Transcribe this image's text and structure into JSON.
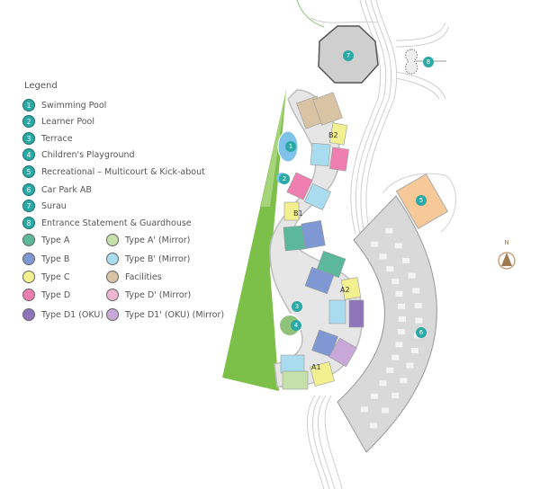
{
  "legend": {
    "title": "Legend",
    "facilities": [
      {
        "num": "1",
        "label": "Swimming Pool"
      },
      {
        "num": "2",
        "label": "Learner Pool"
      },
      {
        "num": "3",
        "label": "Terrace"
      },
      {
        "num": "4",
        "label": "Children's Playground"
      },
      {
        "num": "5",
        "label": "Recreational – Multicourt & Kick-about"
      },
      {
        "num": "6",
        "label": "Car Park AB"
      },
      {
        "num": "7",
        "label": "Surau"
      },
      {
        "num": "8",
        "label": "Entrance Statement & Guardhouse"
      }
    ],
    "types": [
      {
        "label": "Type A",
        "color": "#5cb89a"
      },
      {
        "label": "Type A' (Mirror)",
        "color": "#c6e0a9"
      },
      {
        "label": "Type B",
        "color": "#7f97d2"
      },
      {
        "label": "Type B' (Mirror)",
        "color": "#a9dcee"
      },
      {
        "label": "Type C",
        "color": "#f3f08f"
      },
      {
        "label": "Facilities",
        "color": "#d8c3a5"
      },
      {
        "label": "Type D",
        "color": "#ef7fb0"
      },
      {
        "label": "Type D' (Mirror)",
        "color": "#eeb6d3"
      },
      {
        "label": "Type D1 (OKU)",
        "color": "#8f74bc"
      },
      {
        "label": "Type D1' (OKU) (Mirror)",
        "color": "#c8a8d8"
      }
    ]
  },
  "map": {
    "block_labels": {
      "b2": "B2",
      "b1": "B1",
      "a2": "A2",
      "a1": "A1"
    },
    "markers": {
      "m1": "1",
      "m2": "2",
      "m3": "3",
      "m4": "4",
      "m5": "5",
      "m6": "6",
      "m7": "7",
      "m8": "8"
    },
    "compass_label": "N",
    "colors": {
      "marker": "#2aa9a6",
      "green": "#7cc04a",
      "carpark": "#d9d9d9",
      "court": "#f7c998"
    }
  }
}
